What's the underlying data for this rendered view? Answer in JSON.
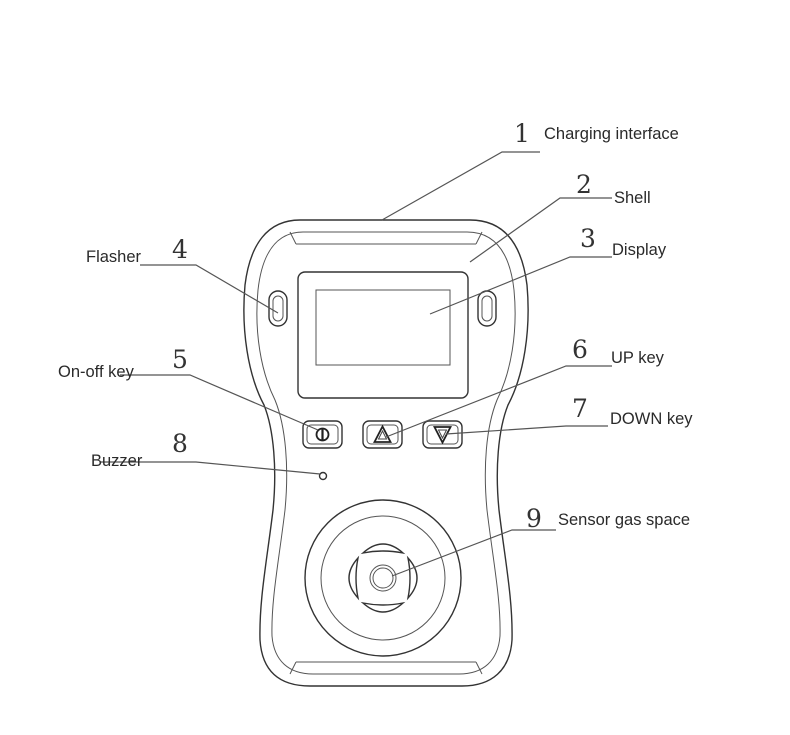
{
  "callouts": [
    {
      "number": "1",
      "label": "Charging interface"
    },
    {
      "number": "2",
      "label": "Shell"
    },
    {
      "number": "3",
      "label": "Display"
    },
    {
      "number": "4",
      "label": "Flasher"
    },
    {
      "number": "5",
      "label": "On-off key"
    },
    {
      "number": "6",
      "label": "UP key"
    },
    {
      "number": "7",
      "label": "DOWN key"
    },
    {
      "number": "8",
      "label": "Buzzer"
    },
    {
      "number": "9",
      "label": "Sensor gas space"
    }
  ],
  "icons": {
    "on_off_key": "power-icon",
    "up_key": "triangle-up-icon",
    "down_key": "triangle-down-icon"
  }
}
